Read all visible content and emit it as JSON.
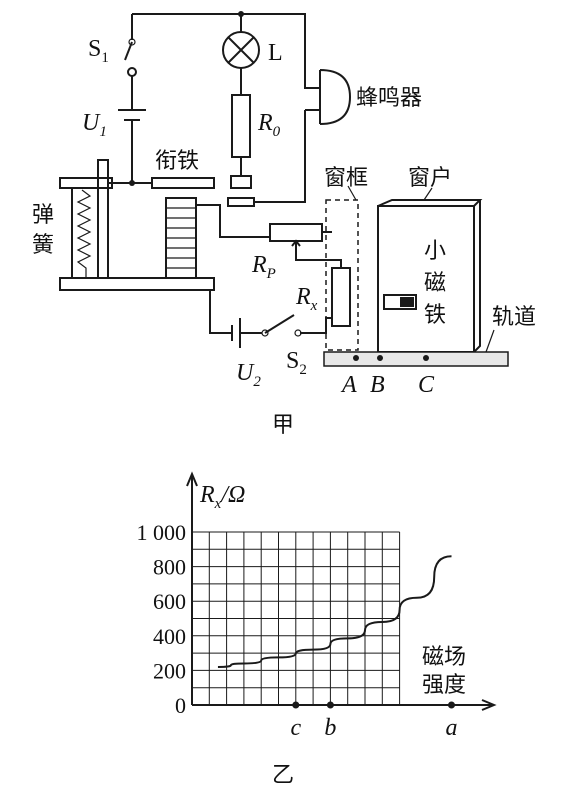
{
  "figure_a": {
    "caption": "甲",
    "labels": {
      "s1": "S",
      "s1_sub": "1",
      "lamp": "L",
      "u1": "U",
      "u1_sub": "1",
      "r0": "R",
      "r0_sub": "0",
      "buzzer": "蜂鸣器",
      "armature": "衔铁",
      "spring_top": "弹",
      "spring_bottom": "簧",
      "window_frame": "窗框",
      "window": "窗户",
      "rp": "R",
      "rp_sub": "P",
      "rx": "R",
      "rx_sub": "x",
      "magnet_1": "小",
      "magnet_2": "磁",
      "magnet_3": "铁",
      "track": "轨道",
      "u2": "U",
      "u2_sub": "2",
      "s2": "S",
      "s2_sub": "2",
      "point_a": "A",
      "point_b": "B",
      "point_c": "C"
    }
  },
  "figure_b": {
    "caption": "乙"
  },
  "chart_data": {
    "type": "line",
    "ylabel": "R",
    "ylabel_sub": "x",
    "ylabel_unit": "/Ω",
    "xlabel_line1": "磁场",
    "xlabel_line2": "强度",
    "ylim": [
      0,
      1000
    ],
    "ytick_values": [
      0,
      200,
      400,
      600,
      800,
      1000
    ],
    "ytick_labels": [
      "0",
      "200",
      "400",
      "600",
      "800",
      "1 000"
    ],
    "xlim": [
      0,
      11
    ],
    "x_markers": [
      {
        "label": "c",
        "x": 3
      },
      {
        "label": "b",
        "x": 4
      },
      {
        "label": "a",
        "x": 7.5
      }
    ],
    "grid": true,
    "series": [
      {
        "x": [
          0.75,
          1.5,
          2.5,
          3.5,
          4.5,
          5.5,
          6.5,
          7.5
        ],
        "y": [
          220,
          240,
          275,
          320,
          385,
          480,
          620,
          860
        ]
      }
    ]
  }
}
